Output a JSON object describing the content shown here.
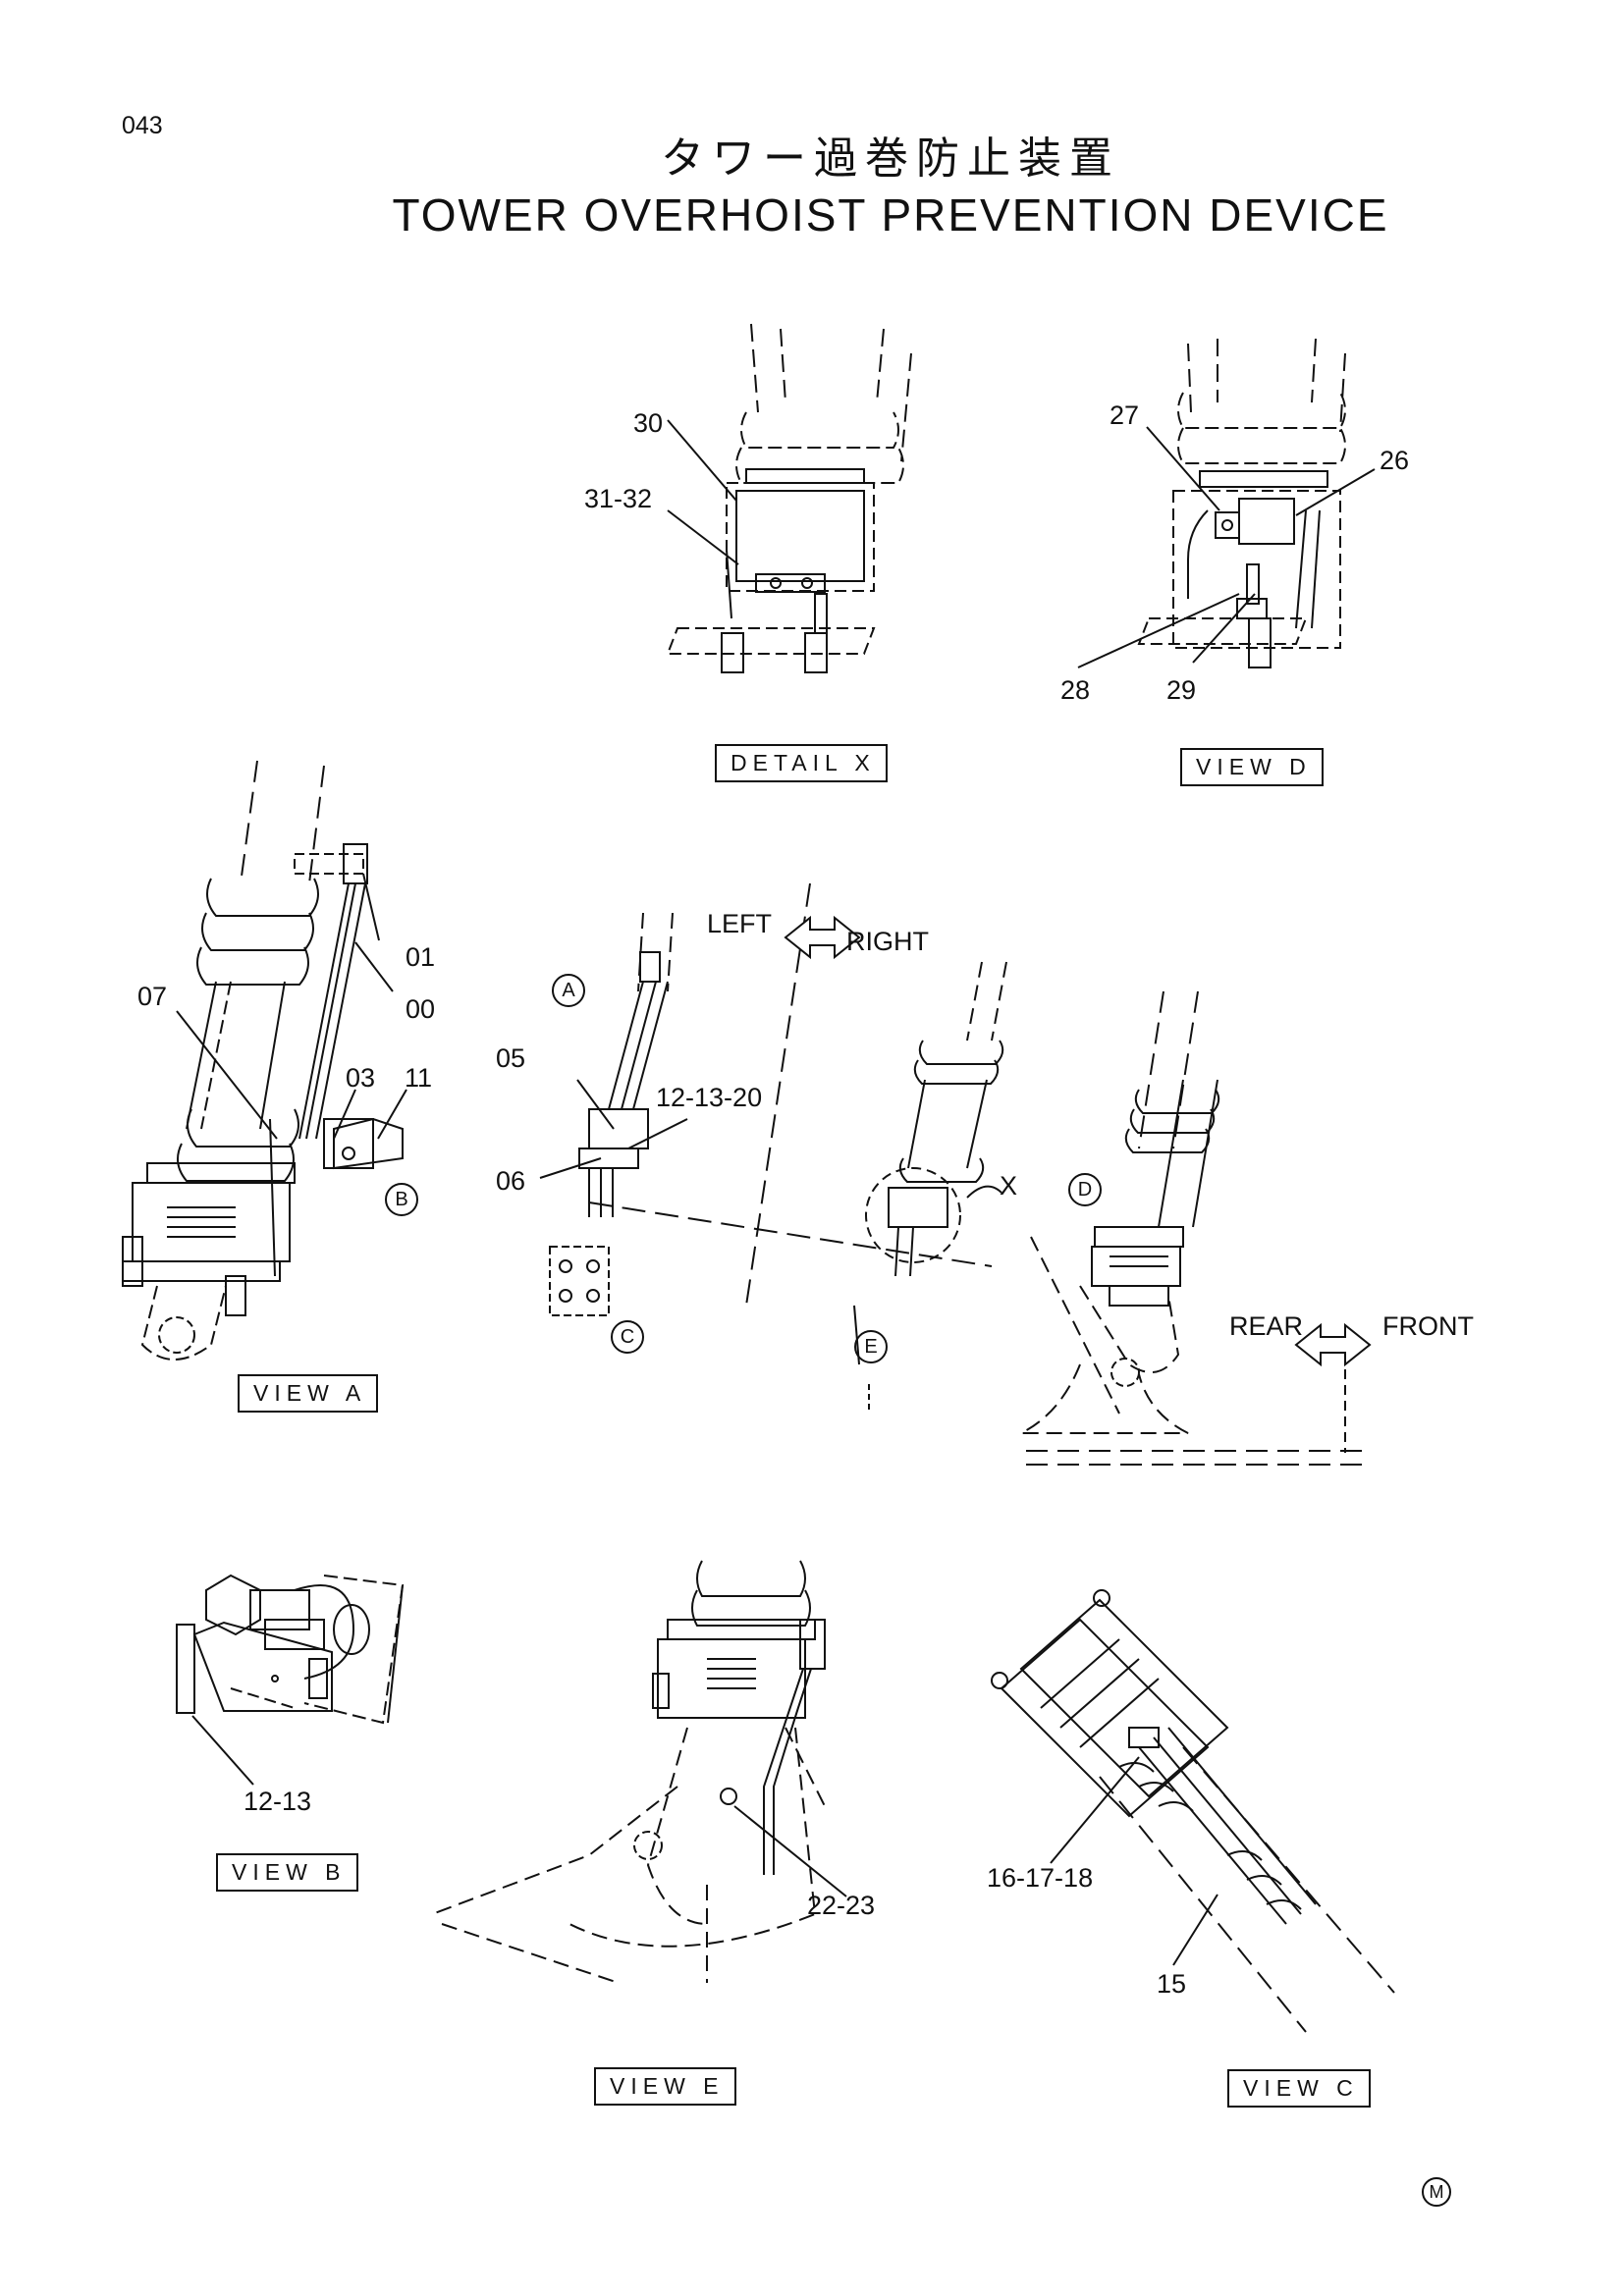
{
  "page_number": "043",
  "title_jp": "タワー過巻防止装置",
  "title_en": "TOWER OVERHOIST PREVENTION DEVICE",
  "views": {
    "detail_x": "DETAIL X",
    "view_d": "VIEW D",
    "view_a": "VIEW A",
    "view_b": "VIEW B",
    "view_e": "VIEW E",
    "view_c": "VIEW C"
  },
  "directions": {
    "left": "LEFT",
    "right": "RIGHT",
    "rear": "REAR",
    "front": "FRONT"
  },
  "view_markers": {
    "a": "A",
    "b": "B",
    "c": "C",
    "d": "D",
    "e": "E",
    "x": "X"
  },
  "part_labels": {
    "p30": "30",
    "p31_32": "31-32",
    "p27": "27",
    "p26": "26",
    "p28": "28",
    "p29": "29",
    "p01": "01",
    "p00": "00",
    "p07": "07",
    "p03": "03",
    "p11": "11",
    "p05": "05",
    "p12_13_20": "12-13-20",
    "p06": "06",
    "p12_13": "12-13",
    "p22_23": "22-23",
    "p16_17_18": "16-17-18",
    "p15": "15"
  },
  "corner_mark": "M"
}
